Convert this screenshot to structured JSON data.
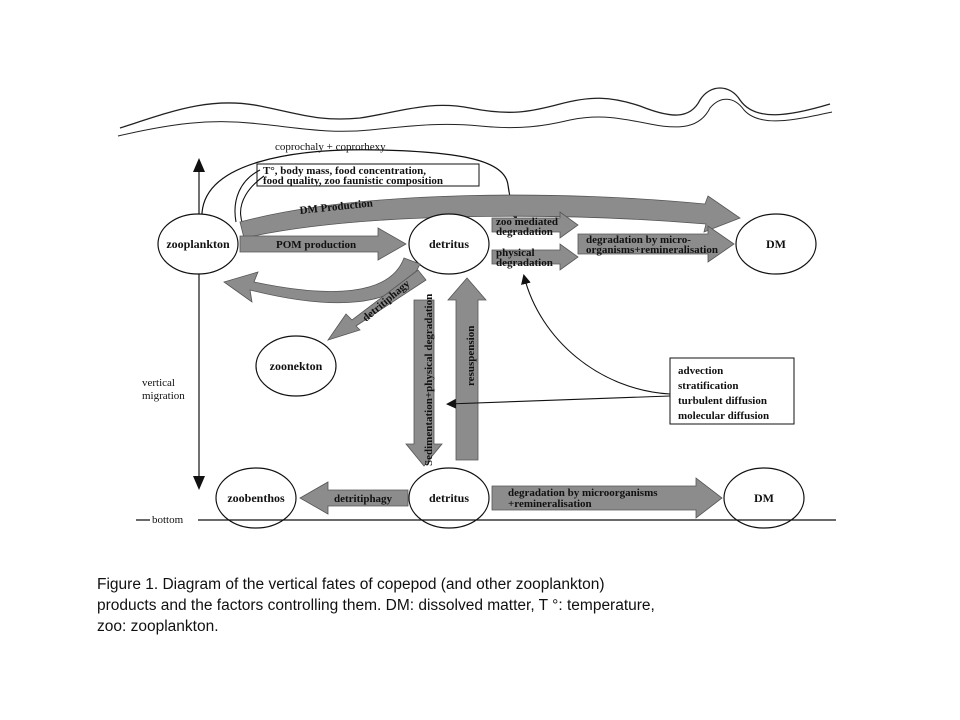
{
  "labels": {
    "coprochaly": "coprochaly + coprorhexy",
    "factors_line1": "T°, body mass, food concentration,",
    "factors_line2": "food quality, zoo faunistic composition",
    "vertical_migration_line1": "vertical",
    "vertical_migration_line2": "migration",
    "bottom": "bottom"
  },
  "nodes": {
    "zooplankton": "zooplankton",
    "detritus_top": "detritus",
    "dm_top": "DM",
    "zoonekton": "zoonekton",
    "zoobenthos": "zoobenthos",
    "detritus_bottom": "detritus",
    "dm_bottom": "DM"
  },
  "arrows": {
    "dm_production": "DM Production",
    "pom_production": "POM production",
    "zoo_mediated_line1": "zoo mediated",
    "zoo_mediated_line2": "degradation",
    "physical_line1": "physical",
    "physical_line2": "degradation",
    "micro_top_line1": "degradation by micro-",
    "micro_top_line2": "organisms+remineralisation",
    "detritiphagy_top": "detritiphagy",
    "sedimentation": "Sedimentation+physical degradation",
    "resuspension": "resuspension",
    "detritiphagy_bottom": "detritiphagy",
    "micro_bottom_line1": "degradation by microorganisms",
    "micro_bottom_line2": "+remineralisation"
  },
  "factors_box": [
    "advection",
    "stratification",
    "turbulent diffusion",
    "molecular diffusion"
  ],
  "caption": {
    "line1": "Figure 1. Diagram of the vertical fates of copepod (and other zooplankton)",
    "line2": "products and the factors controlling them. DM: dissolved matter, T °: temperature,",
    "line3": "zoo: zooplankton."
  }
}
